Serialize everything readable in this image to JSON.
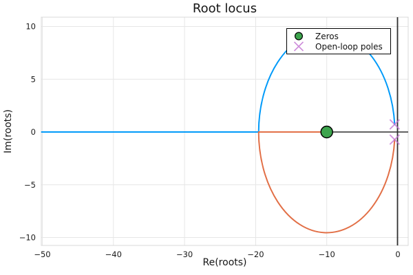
{
  "figure": {
    "title": "Root locus",
    "background": "#ffffff"
  },
  "chart_data": {
    "type": "line",
    "title": "Root locus",
    "xlabel": "Re(roots)",
    "ylabel": "Im(roots)",
    "x_ticks": [
      -50,
      -40,
      -30,
      -20,
      -10,
      0
    ],
    "y_ticks": [
      -10,
      -5,
      0,
      5,
      10
    ],
    "xlim": [
      -51.6,
      1.5
    ],
    "ylim": [
      -10.9,
      10.9
    ],
    "grid": true,
    "zero_axes": true,
    "legend_position": "top-right",
    "zeros": [
      {
        "re": -10,
        "im": 0
      }
    ],
    "open_loop_poles": [
      {
        "re": -0.45,
        "im": 0.72
      },
      {
        "re": -0.45,
        "im": -0.72
      }
    ],
    "locus": {
      "circle_center": {
        "re": -10,
        "im": 0
      },
      "circle_radius": 9.58,
      "breakin_re": -19.58,
      "branches": [
        {
          "name": "branch-1",
          "color": "#009af9",
          "real_axis_segment": [
            [
              -50.1,
              0
            ],
            [
              -19.58,
              0
            ]
          ],
          "arc": "upper",
          "arc_end": {
            "re": -0.45,
            "im": 0.72
          }
        },
        {
          "name": "branch-2",
          "color": "#e26f46",
          "real_axis_segment": [
            [
              -19.58,
              0
            ],
            [
              -10,
              0
            ]
          ],
          "arc": "lower",
          "arc_end": {
            "re": -0.45,
            "im": -0.72
          }
        }
      ]
    },
    "legend": {
      "entries": [
        {
          "label": "Zeros",
          "marker": "circle",
          "color": "#3da44d"
        },
        {
          "label": "Open-loop poles",
          "marker": "x",
          "color": "#c271d2"
        }
      ]
    },
    "colors": {
      "branch1": "#009af9",
      "branch2": "#e26f46",
      "zeros_fill": "#3da44d",
      "marker_stroke": "#000000",
      "poles": "#c271d2",
      "zero_axis": "#2f2f2f",
      "grid": "#e6e6e6",
      "frame": "#d8d8d8",
      "tick_text": "#191919"
    }
  }
}
